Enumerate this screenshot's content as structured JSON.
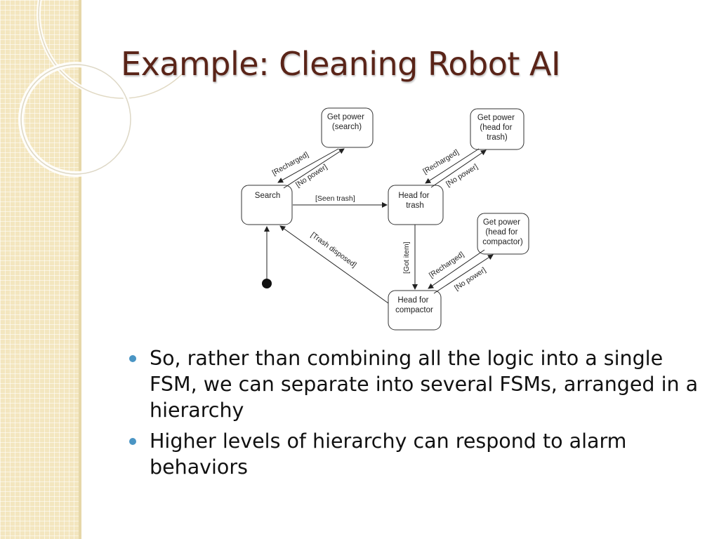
{
  "slide": {
    "title": "Example: Cleaning Robot AI",
    "accent_color": "#5a2418",
    "bullet_color": "#4a95c4",
    "sidebar_color": "#f3e6bf"
  },
  "diagram": {
    "states": {
      "get_power_search": [
        "Get power",
        "(search)"
      ],
      "get_power_trash": [
        "Get power",
        "(head for",
        "trash)"
      ],
      "search": [
        "Search"
      ],
      "head_trash": [
        "Head for",
        "trash"
      ],
      "get_power_compactor": [
        "Get power",
        "(head for",
        "compactor)"
      ],
      "head_compactor": [
        "Head for",
        "compactor"
      ]
    },
    "transitions": {
      "recharged_1": "[Recharged]",
      "no_power_1": "[No power]",
      "recharged_2": "[Recharged]",
      "no_power_2": "[No power]",
      "seen_trash": "[Seen trash]",
      "trash_disposed": "[Trash disposed]",
      "got_item": "[Got item]",
      "recharged_3": "[Recharged]",
      "no_power_3": "[No power]"
    }
  },
  "bullets": [
    "So, rather than combining all the logic into a single FSM, we can separate into several FSMs, arranged in a hierarchy",
    "Higher levels of hierarchy can respond to alarm behaviors"
  ]
}
